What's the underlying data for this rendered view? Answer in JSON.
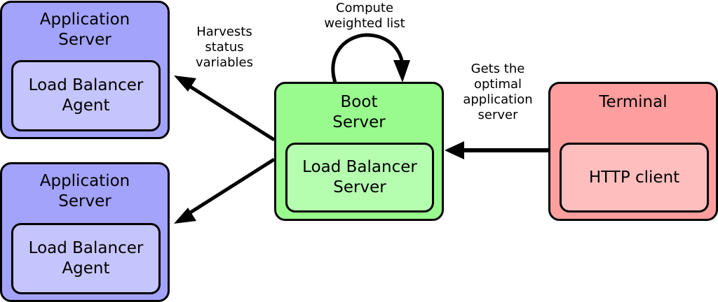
{
  "colors": {
    "app_server_fill": "#a3a3fb",
    "agent_fill": "#c5c5fd",
    "boot_server_fill": "#99fb8e",
    "lb_server_fill": "#b5fdaf",
    "terminal_fill": "#ff9e9e",
    "http_client_fill": "#ffbebe",
    "stroke": "#000000"
  },
  "app_server_top": {
    "title": "Application\nServer",
    "agent_label": "Load Balancer\nAgent"
  },
  "app_server_bottom": {
    "title": "Application\nServer",
    "agent_label": "Load Balancer\nAgent"
  },
  "boot_server": {
    "title": "Boot\nServer",
    "lb_server_label": "Load Balancer\nServer"
  },
  "terminal": {
    "title": "Terminal",
    "http_client_label": "HTTP client"
  },
  "edges": {
    "harvests_label": "Harvests\nstatus\nvariables",
    "compute_label": "Compute\nweighted list",
    "gets_label": "Gets the\noptimal\napplication\nserver"
  }
}
